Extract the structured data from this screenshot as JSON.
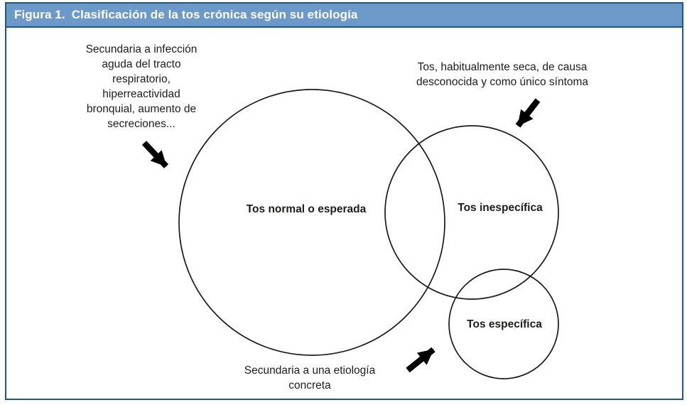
{
  "header": {
    "figure_label": "Figura 1.",
    "title": "Clasificación de la tos crónica según su etiología"
  },
  "diagram": {
    "circles": [
      {
        "name": "tos-normal",
        "label": "Tos normal o esperada"
      },
      {
        "name": "tos-inespecifica",
        "label": "Tos inespecífica"
      },
      {
        "name": "tos-especifica",
        "label": "Tos específica"
      }
    ],
    "annotations": [
      {
        "name": "secundaria-infeccion",
        "text": "Secundaria a infección\naguda del tracto\nrespiratorio,\nhiperreactividad\nbronquial, aumento de\nsecreciones..."
      },
      {
        "name": "tos-seca",
        "text": "Tos, habitualmente seca, de causa\ndesconocida y como único síntoma"
      },
      {
        "name": "secundaria-etiologia",
        "text": "Secundaria a una etiología\nconcreta"
      }
    ]
  },
  "colors": {
    "header_fill": "#6b9ac9",
    "border": "#1b568c",
    "stroke": "#1a1a1a",
    "text": "#1d1d1b"
  }
}
